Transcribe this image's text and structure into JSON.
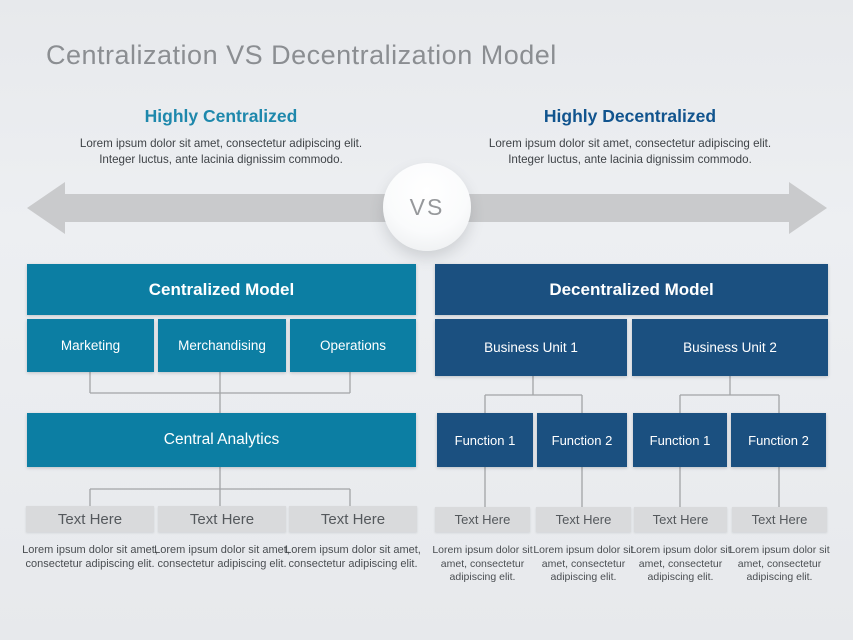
{
  "title": "Centralization VS Decentralization Model",
  "versus_label": "VS",
  "left_intro": {
    "heading": "Highly Centralized",
    "description": "Lorem ipsum dolor sit amet, consectetur adipiscing elit. Integer luctus, ante lacinia dignissim commodo."
  },
  "right_intro": {
    "heading": "Highly Decentralized",
    "description": "Lorem ipsum dolor sit amet, consectetur adipiscing elit. Integer luctus, ante lacinia dignissim commodo."
  },
  "left_model": {
    "header": "Centralized Model",
    "departments": [
      "Marketing",
      "Merchandising",
      "Operations"
    ],
    "analytics_label": "Central Analytics",
    "leaves": [
      {
        "label": "Text Here",
        "description": "Lorem ipsum dolor sit amet, consectetur adipiscing elit."
      },
      {
        "label": "Text Here",
        "description": "Lorem ipsum dolor sit amet, consectetur adipiscing elit."
      },
      {
        "label": "Text Here",
        "description": "Lorem ipsum dolor sit amet, consectetur adipiscing elit."
      }
    ]
  },
  "right_model": {
    "header": "Decentralized Model",
    "business_units": [
      "Business Unit 1",
      "Business Unit 2"
    ],
    "functions": [
      "Function 1",
      "Function 2",
      "Function 1",
      "Function 2"
    ],
    "leaves": [
      {
        "label": "Text Here",
        "description": "Lorem ipsum dolor sit amet, consectetur adipiscing elit."
      },
      {
        "label": "Text Here",
        "description": "Lorem ipsum dolor sit amet, consectetur adipiscing elit."
      },
      {
        "label": "Text Here",
        "description": "Lorem ipsum dolor sit amet, consectetur adipiscing elit."
      },
      {
        "label": "Text Here",
        "description": "Lorem ipsum dolor sit amet, consectetur adipiscing elit."
      }
    ]
  },
  "colors": {
    "teal": "#0c7ea3",
    "dark_blue": "#1b5080",
    "heading_teal": "#1e88ac",
    "heading_blue": "#11548e",
    "arrow_gray": "#c9cacc",
    "leaf_gray": "#d9dadc",
    "title_gray": "#8b8e92",
    "connector_gray": "#a2a4a6"
  }
}
